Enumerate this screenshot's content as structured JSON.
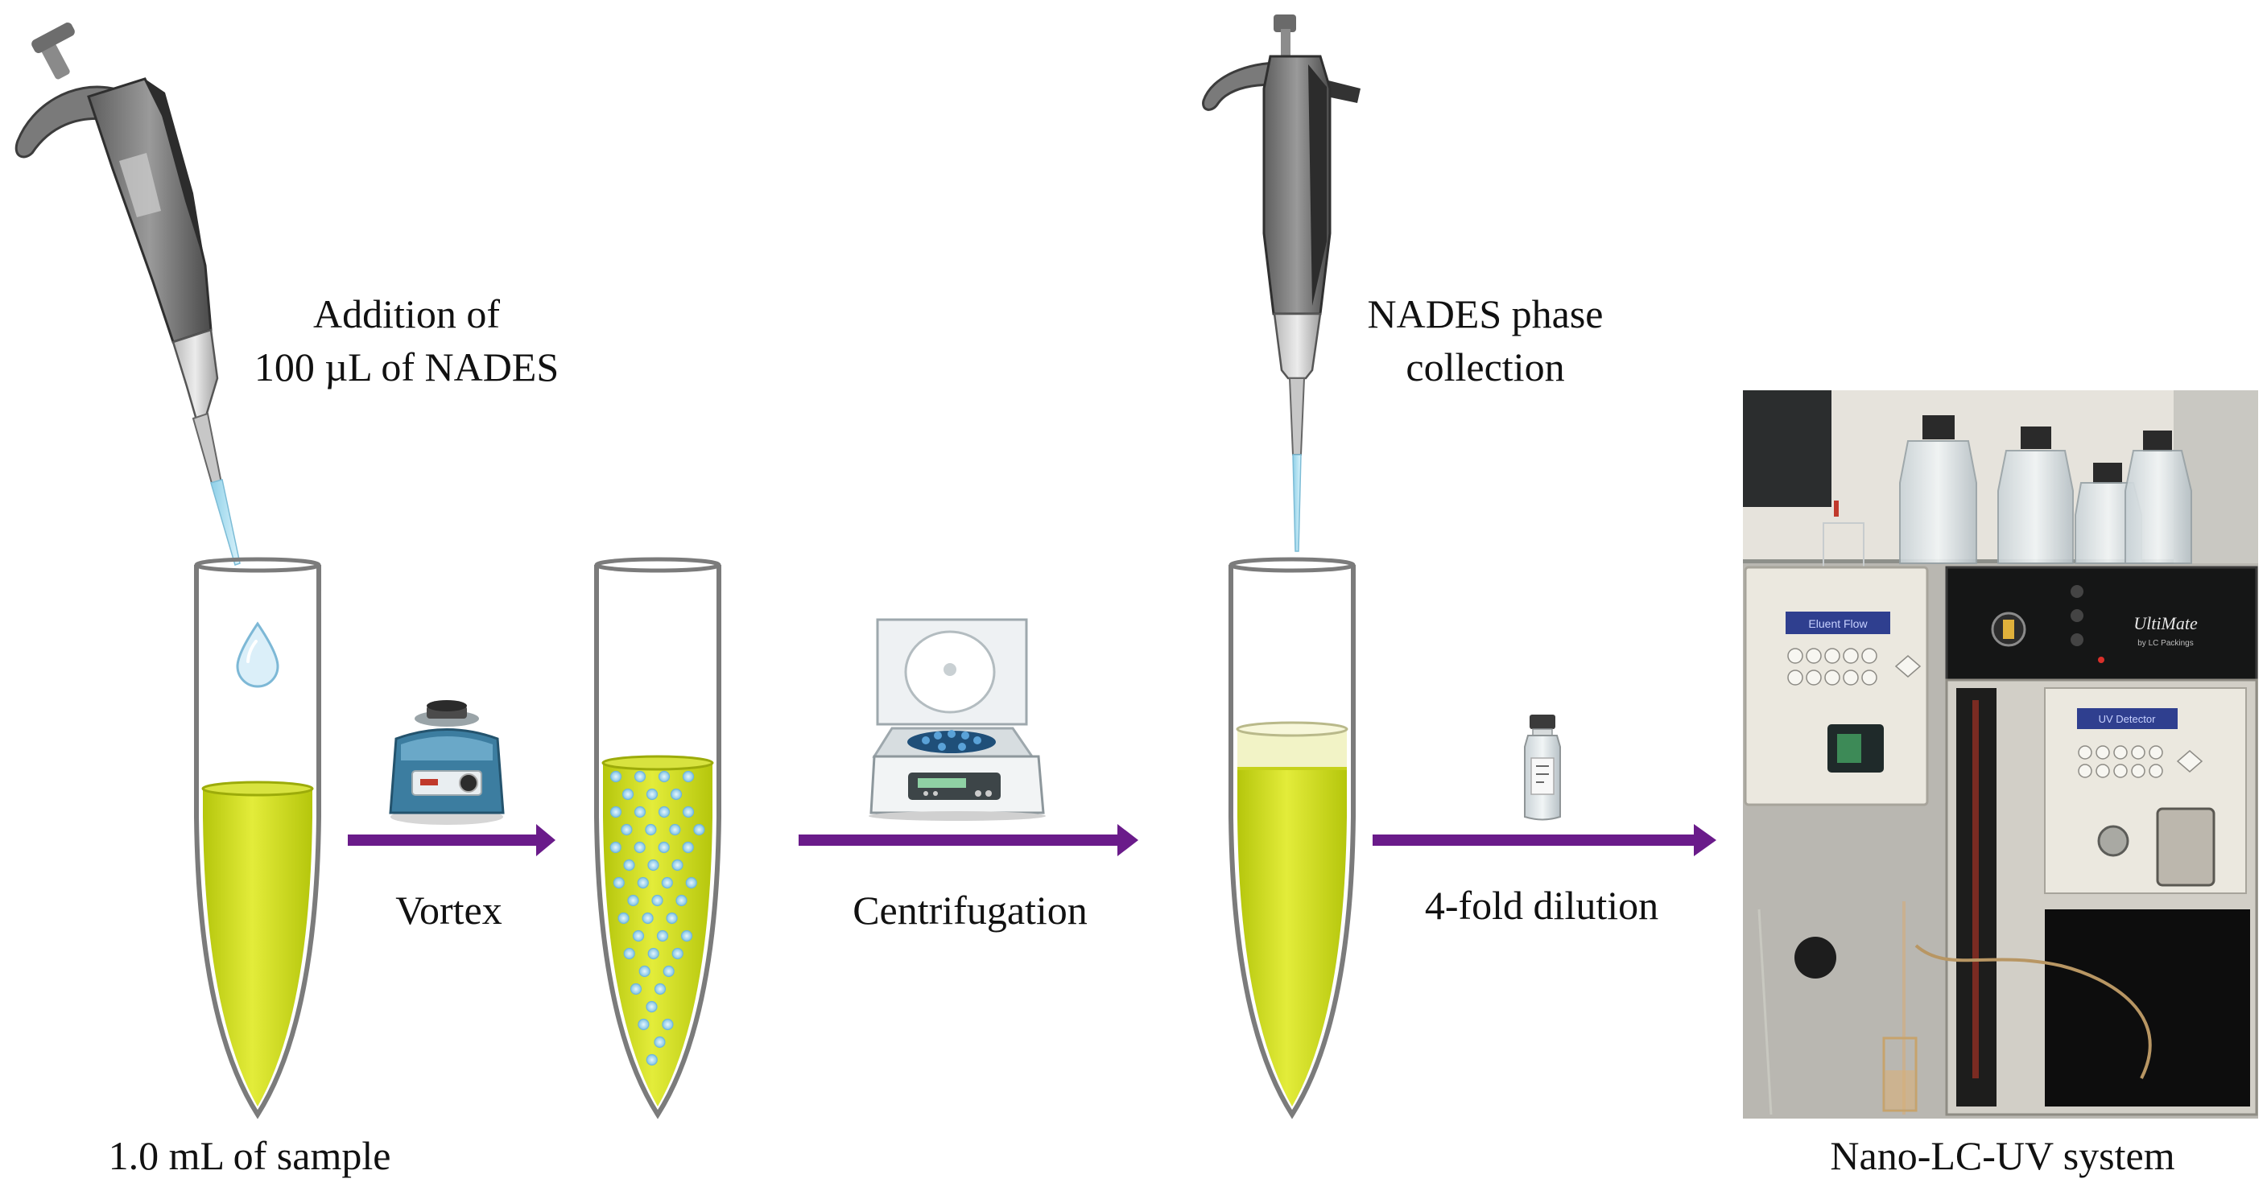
{
  "labels": {
    "addition_line1": "Addition of",
    "addition_line2": "100 µL of NADES",
    "sample": "1.0 mL of sample",
    "vortex": "Vortex",
    "centrifugation": "Centrifugation",
    "collection_line1": "NADES phase",
    "collection_line2": "collection",
    "dilution": "4-fold dilution",
    "system": "Nano-LC-UV system"
  },
  "instrument_photo": {
    "panel_lcd_1": "Eluent Flow",
    "panel_lcd_2": "UV Detector",
    "brand_logo": "UltiMate",
    "brand_sub": "by LC Packings"
  },
  "colors": {
    "arrow": "#6a1b8a",
    "sample_liquid": "#cddd16",
    "nades_phase": "#f2f3c6",
    "droplet": "#9fd5ef",
    "tube_outline": "#7b7b7b"
  }
}
